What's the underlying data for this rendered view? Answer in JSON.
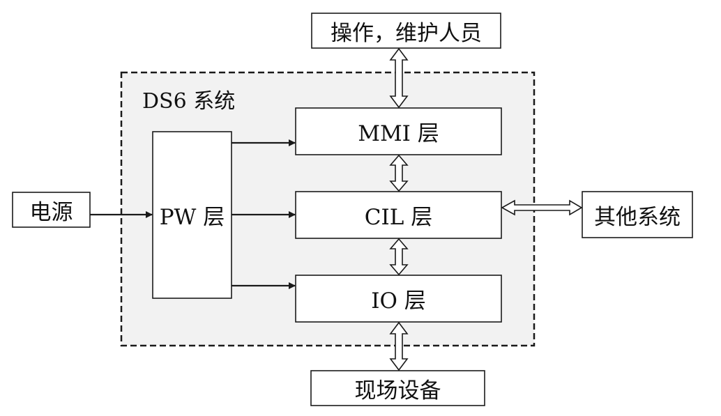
{
  "system": {
    "label": "DS6 系统"
  },
  "nodes": {
    "operators": "操作，维护人员",
    "mmi": "MMI 层",
    "cil": "CIL 层",
    "io": "IO 层",
    "pw": "PW 层",
    "power": "电源",
    "other": "其他系统",
    "field": "现场设备"
  },
  "colors": {
    "stroke": "#1a1a1a",
    "system_fill": "#f2f2f2",
    "box_fill": "#ffffff"
  }
}
